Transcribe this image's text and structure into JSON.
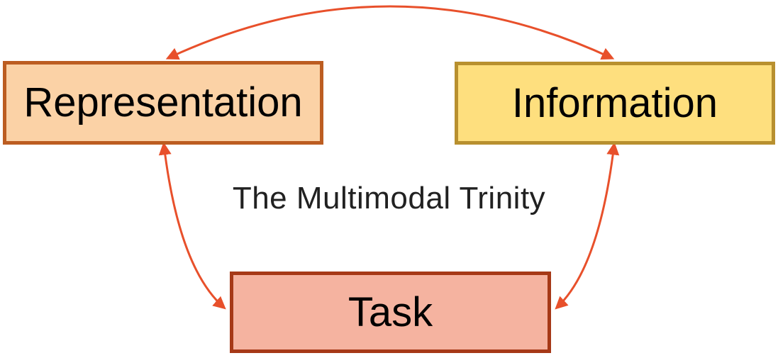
{
  "diagram": {
    "title": "The Multimodal Trinity",
    "background": "#ffffff",
    "arrow_color": "#e8502b",
    "title_color": "#212121",
    "nodes": [
      {
        "id": "representation",
        "label": "Representation",
        "fill": "#fbd2a6",
        "border": "#bc5d21"
      },
      {
        "id": "information",
        "label": "Information",
        "fill": "#fedf7e",
        "border": "#b8902f"
      },
      {
        "id": "task",
        "label": "Task",
        "fill": "#f5b3a0",
        "border": "#a63917"
      }
    ],
    "edges": [
      {
        "from": "representation",
        "to": "information",
        "bidirectional": true
      },
      {
        "from": "representation",
        "to": "task",
        "bidirectional": true
      },
      {
        "from": "information",
        "to": "task",
        "bidirectional": true
      }
    ]
  }
}
